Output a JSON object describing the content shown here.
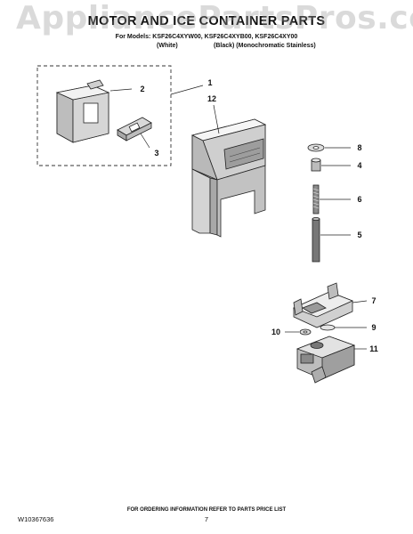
{
  "watermark": "AppliancePartsPros.com",
  "header": {
    "title": "MOTOR AND ICE CONTAINER PARTS",
    "models": "For Models: KSF26C4XYW00, KSF26C4XYB00, KSF26C4XY00",
    "color_white": "(White)",
    "color_black": "(Black) (Monochromatic Stainless)"
  },
  "callouts": [
    "1",
    "2",
    "3",
    "12",
    "8",
    "4",
    "6",
    "5",
    "7",
    "9",
    "10",
    "11"
  ],
  "footer": {
    "ordering_note": "FOR ORDERING INFORMATION REFER TO PARTS PRICE LIST",
    "doc_number": "W10367636",
    "page_number": "7"
  }
}
